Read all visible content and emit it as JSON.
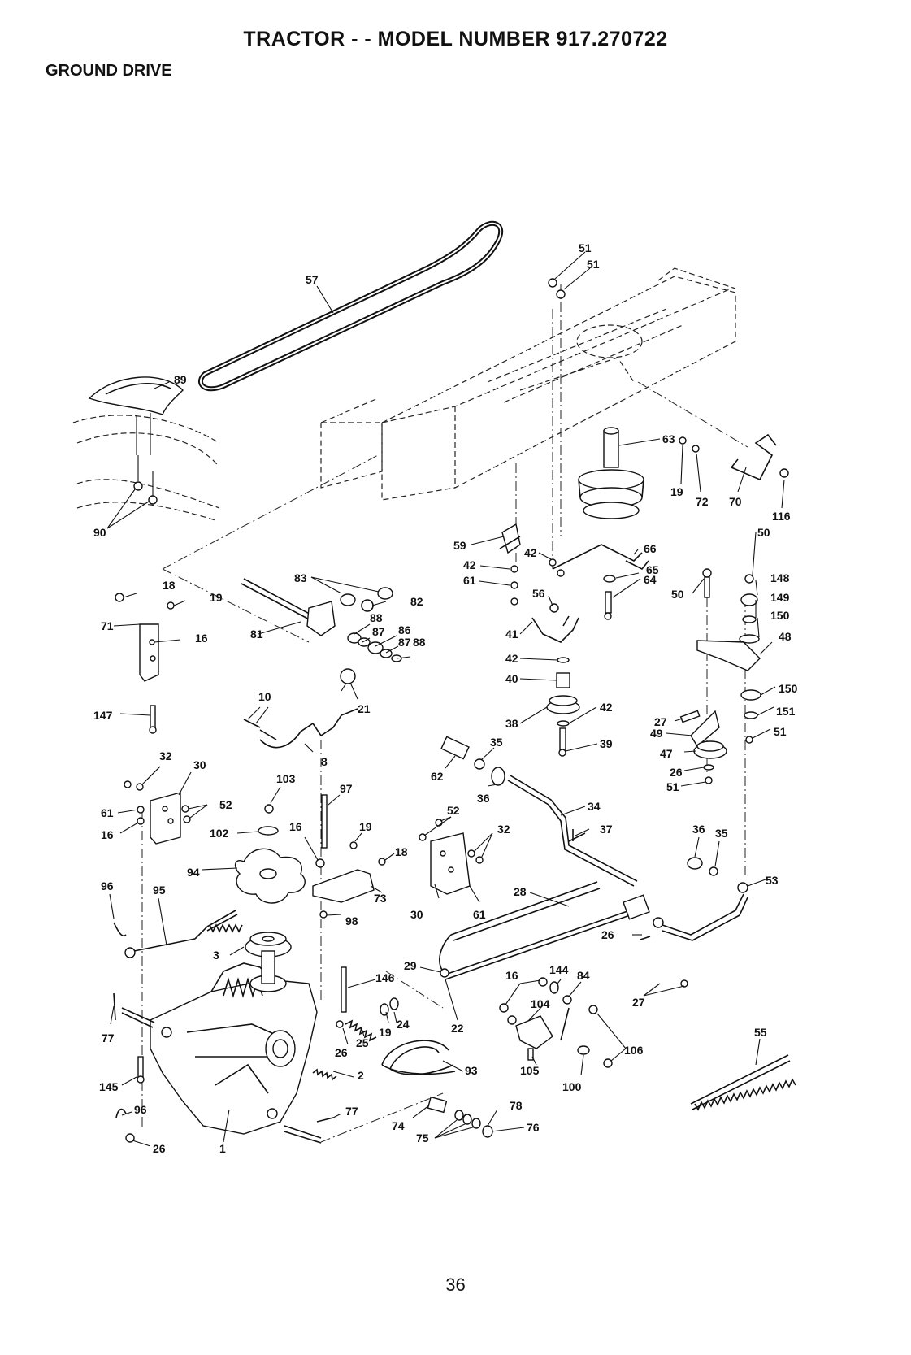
{
  "header": {
    "title": "TRACTOR - - MODEL NUMBER 917.270722",
    "section": "GROUND DRIVE"
  },
  "footer": {
    "page_number": "36"
  },
  "callouts": [
    {
      "id": "c57",
      "label": "57"
    },
    {
      "id": "c51a",
      "label": "51"
    },
    {
      "id": "c51b",
      "label": "51"
    },
    {
      "id": "c89",
      "label": "89"
    },
    {
      "id": "c90",
      "label": "90"
    },
    {
      "id": "c63",
      "label": "63"
    },
    {
      "id": "c19a",
      "label": "19"
    },
    {
      "id": "c72",
      "label": "72"
    },
    {
      "id": "c70",
      "label": "70"
    },
    {
      "id": "c116",
      "label": "116"
    },
    {
      "id": "c66",
      "label": "66"
    },
    {
      "id": "c65",
      "label": "65"
    },
    {
      "id": "c64",
      "label": "64"
    },
    {
      "id": "c59",
      "label": "59"
    },
    {
      "id": "c42a",
      "label": "42"
    },
    {
      "id": "c61a",
      "label": "61"
    },
    {
      "id": "c42b",
      "label": "42"
    },
    {
      "id": "c56",
      "label": "56"
    },
    {
      "id": "c41",
      "label": "41"
    },
    {
      "id": "c42c",
      "label": "42"
    },
    {
      "id": "c40",
      "label": "40"
    },
    {
      "id": "c38",
      "label": "38"
    },
    {
      "id": "c42d",
      "label": "42"
    },
    {
      "id": "c39",
      "label": "39"
    },
    {
      "id": "c50a",
      "label": "50"
    },
    {
      "id": "c50b",
      "label": "50"
    },
    {
      "id": "c148",
      "label": "148"
    },
    {
      "id": "c149",
      "label": "149"
    },
    {
      "id": "c150a",
      "label": "150"
    },
    {
      "id": "c48",
      "label": "48"
    },
    {
      "id": "c150b",
      "label": "150"
    },
    {
      "id": "c151",
      "label": "151"
    },
    {
      "id": "c51c",
      "label": "51"
    },
    {
      "id": "c27a",
      "label": "27"
    },
    {
      "id": "c49",
      "label": "49"
    },
    {
      "id": "c47",
      "label": "47"
    },
    {
      "id": "c26a",
      "label": "26"
    },
    {
      "id": "c51d",
      "label": "51"
    },
    {
      "id": "c18a",
      "label": "18"
    },
    {
      "id": "c19b",
      "label": "19"
    },
    {
      "id": "c71",
      "label": "71"
    },
    {
      "id": "c16a",
      "label": "16"
    },
    {
      "id": "c147",
      "label": "147"
    },
    {
      "id": "c83",
      "label": "83"
    },
    {
      "id": "c82",
      "label": "82"
    },
    {
      "id": "c81",
      "label": "81"
    },
    {
      "id": "c88a",
      "label": "88"
    },
    {
      "id": "c87a",
      "label": "87"
    },
    {
      "id": "c86",
      "label": "86"
    },
    {
      "id": "c87b",
      "label": "87"
    },
    {
      "id": "c88b",
      "label": "88"
    },
    {
      "id": "c10",
      "label": "10"
    },
    {
      "id": "c21",
      "label": "21"
    },
    {
      "id": "c8",
      "label": "8"
    },
    {
      "id": "c35a",
      "label": "35"
    },
    {
      "id": "c62",
      "label": "62"
    },
    {
      "id": "c36a",
      "label": "36"
    },
    {
      "id": "c34",
      "label": "34"
    },
    {
      "id": "c37",
      "label": "37"
    },
    {
      "id": "c32a",
      "label": "32"
    },
    {
      "id": "c30a",
      "label": "30"
    },
    {
      "id": "c61b",
      "label": "61"
    },
    {
      "id": "c52a",
      "label": "52"
    },
    {
      "id": "c16b",
      "label": "16"
    },
    {
      "id": "c103",
      "label": "103"
    },
    {
      "id": "c97",
      "label": "97"
    },
    {
      "id": "c102",
      "label": "102"
    },
    {
      "id": "c16c",
      "label": "16"
    },
    {
      "id": "c19c",
      "label": "19"
    },
    {
      "id": "c18b",
      "label": "18"
    },
    {
      "id": "c52b",
      "label": "52"
    },
    {
      "id": "c32b",
      "label": "32"
    },
    {
      "id": "c36b",
      "label": "36"
    },
    {
      "id": "c35b",
      "label": "35"
    },
    {
      "id": "c94",
      "label": "94"
    },
    {
      "id": "c73",
      "label": "73"
    },
    {
      "id": "c96a",
      "label": "96"
    },
    {
      "id": "c95",
      "label": "95"
    },
    {
      "id": "c98",
      "label": "98"
    },
    {
      "id": "c30b",
      "label": "30"
    },
    {
      "id": "c61c",
      "label": "61"
    },
    {
      "id": "c28",
      "label": "28"
    },
    {
      "id": "c53",
      "label": "53"
    },
    {
      "id": "c26b",
      "label": "26"
    },
    {
      "id": "c3",
      "label": "3"
    },
    {
      "id": "c29",
      "label": "29"
    },
    {
      "id": "c146",
      "label": "146"
    },
    {
      "id": "c16d",
      "label": "16"
    },
    {
      "id": "c144",
      "label": "144"
    },
    {
      "id": "c84",
      "label": "84"
    },
    {
      "id": "c27b",
      "label": "27"
    },
    {
      "id": "c104",
      "label": "104"
    },
    {
      "id": "c77a",
      "label": "77"
    },
    {
      "id": "c22",
      "label": "22"
    },
    {
      "id": "c19d",
      "label": "19"
    },
    {
      "id": "c24",
      "label": "24"
    },
    {
      "id": "c25",
      "label": "25"
    },
    {
      "id": "c26c",
      "label": "26"
    },
    {
      "id": "c106",
      "label": "106"
    },
    {
      "id": "c55",
      "label": "55"
    },
    {
      "id": "c93",
      "label": "93"
    },
    {
      "id": "c105",
      "label": "105"
    },
    {
      "id": "c100",
      "label": "100"
    },
    {
      "id": "c145",
      "label": "145"
    },
    {
      "id": "c2",
      "label": "2"
    },
    {
      "id": "c96b",
      "label": "96"
    },
    {
      "id": "c77b",
      "label": "77"
    },
    {
      "id": "c78",
      "label": "78"
    },
    {
      "id": "c74",
      "label": "74"
    },
    {
      "id": "c75",
      "label": "75"
    },
    {
      "id": "c76",
      "label": "76"
    },
    {
      "id": "c26d",
      "label": "26"
    },
    {
      "id": "c1",
      "label": "1"
    }
  ]
}
